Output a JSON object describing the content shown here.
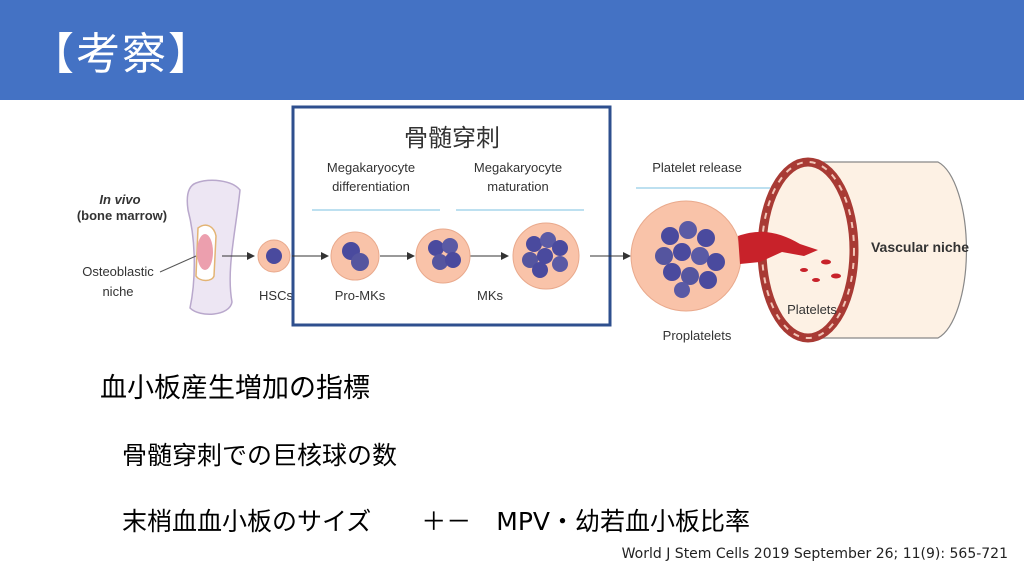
{
  "header": {
    "title": "【考察】"
  },
  "figure": {
    "box_title": "骨髄穿刺",
    "in_vivo": "In vivo",
    "bone_marrow": "(bone marrow)",
    "osteoblastic_line1": "Osteoblastic",
    "osteoblastic_line2": "niche",
    "mk_diff_line1": "Megakaryocyte",
    "mk_diff_line2": "differentiation",
    "mk_mat_line1": "Megakaryocyte",
    "mk_mat_line2": "maturation",
    "platelet_release": "Platelet release",
    "hscs": "HSCs",
    "pro_mks": "Pro-MKs",
    "mks": "MKs",
    "proplatelets": "Proplatelets",
    "platelets": "Platelets",
    "vascular_niche": "Vascular niche"
  },
  "bullets": {
    "heading": "血小板産生増加の指標",
    "item1": "骨髄穿刺での巨核球の数",
    "item2": "末梢血血小板のサイズ　　＋－　MPV・幼若血小板比率"
  },
  "citation": "World J Stem Cells 2019 September 26; 11(9): 565-721",
  "colors": {
    "header_bg": "#4472c4",
    "box_border": "#2e4f8e",
    "cell_fill": "#f9c3a9",
    "nucleus": "#4a4a9e",
    "vessel_wall": "#a83a34",
    "blood": "#c8222a"
  }
}
